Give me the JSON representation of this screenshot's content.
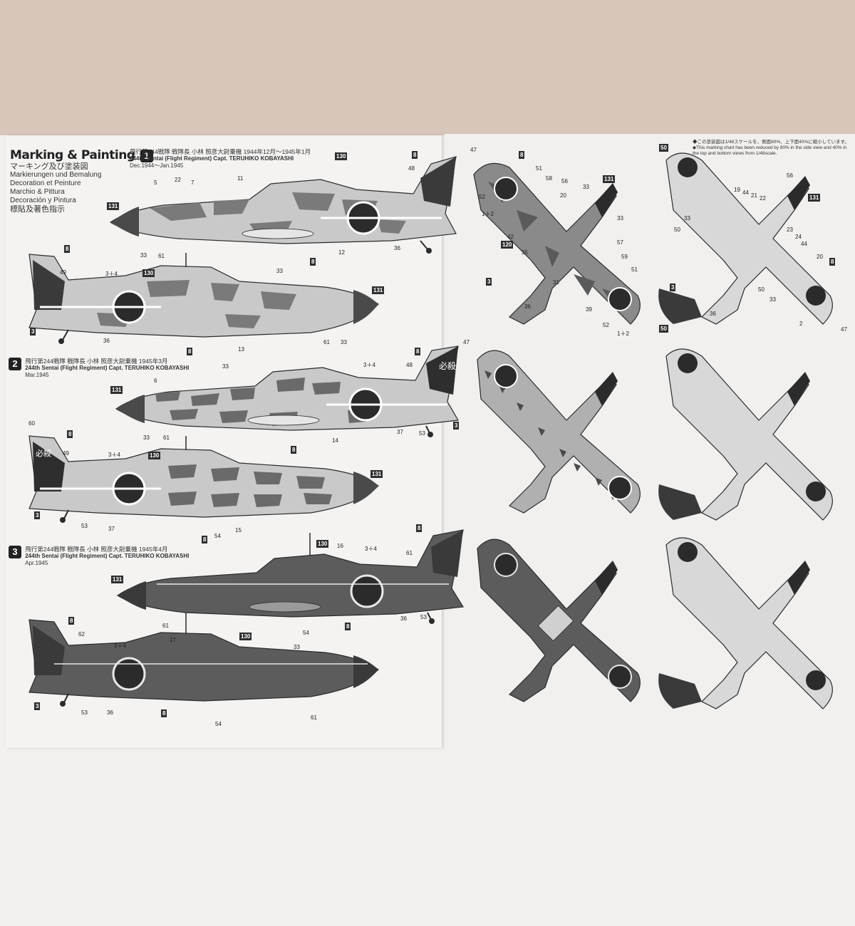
{
  "header": {
    "title": "Marking & Painting",
    "title_number": "1",
    "languages": [
      "マーキング及び塗装図",
      "Markierungen und Bemalung",
      "Decoration et Peinture",
      "Marchio & Pittura",
      "Decoración y Pintura",
      "標貼及著色指示"
    ]
  },
  "scale_note": [
    "◆この塗装図は1/48スケールを、側面80%、上下面40%に縮小しています。",
    "◆This marking chart has been reduced by 80% in the side view and 40% in",
    "the top and bottom views from 1/48scale."
  ],
  "schemes": [
    {
      "number": "1",
      "jp": "飛行第244戦隊 戦隊長 小林 照彦大尉乗機 1944年12月〜1945年1月",
      "en": "244th Sentai (Flight Regiment) Capt. TERUHIKO KOBAYASHI",
      "date": "Dec.1944〜Jan.1945"
    },
    {
      "number": "2",
      "jp": "飛行第244戦隊 戦隊長 小林 照彦大尉乗機 1945年3月",
      "en": "244th Sentai (Flight Regiment) Capt. TERUHIKO KOBAYASHI",
      "date": "Mar.1945"
    },
    {
      "number": "3",
      "jp": "飛行第244戦隊 戦隊長 小林 照彦大尉乗機 1945年4月",
      "en": "244th Sentai (Flight Regiment) Capt. TERUHIKO KOBAYASHI",
      "date": "Apr.1945"
    }
  ],
  "tail_kanji": "必殺",
  "callouts": {
    "s1_right": [
      "8",
      "48",
      "130",
      "131",
      "5",
      "22",
      "7",
      "11",
      "12",
      "33",
      "61",
      "36",
      "8"
    ],
    "s1_left": [
      "8",
      "49",
      "3＋4",
      "130",
      "33",
      "131",
      "3",
      "36",
      "13",
      "8",
      "61",
      "33"
    ],
    "s2_right": [
      "47",
      "60",
      "48",
      "47",
      "3＋4",
      "8",
      "6",
      "33",
      "131",
      "33",
      "61",
      "8",
      "14",
      "37",
      "53",
      "3"
    ],
    "s2_left": [
      "60",
      "8",
      "49",
      "3＋4",
      "130",
      "131",
      "3",
      "53",
      "37",
      "8",
      "54",
      "15"
    ],
    "s3_right": [
      "8",
      "130",
      "16",
      "3＋4",
      "61",
      "131",
      "61",
      "54",
      "36",
      "53",
      "8"
    ],
    "s3_left": [
      "8",
      "62",
      "3＋4",
      "17",
      "130",
      "33",
      "3",
      "53",
      "36",
      "8",
      "54",
      "61"
    ],
    "top_views": [
      "47",
      "8",
      "52",
      "1＋2",
      "51",
      "56",
      "58",
      "20",
      "131",
      "33",
      "33",
      "42",
      "35",
      "120",
      "57",
      "59",
      "51",
      "3",
      "36",
      "31",
      "39",
      "52",
      "1＋2",
      "50"
    ],
    "bottom_views": [
      "50",
      "56",
      "131",
      "19",
      "44",
      "21",
      "22",
      "33",
      "50",
      "23",
      "24",
      "44",
      "20",
      "8",
      "50",
      "33",
      "3",
      "36",
      "2",
      "47"
    ]
  },
  "colors": {
    "ink": "#2b2b2b",
    "camo": "#5a5a5a",
    "light_gray": "#c9c9c9",
    "paper": "#f4f3f2",
    "background": "#d9c6bb"
  }
}
